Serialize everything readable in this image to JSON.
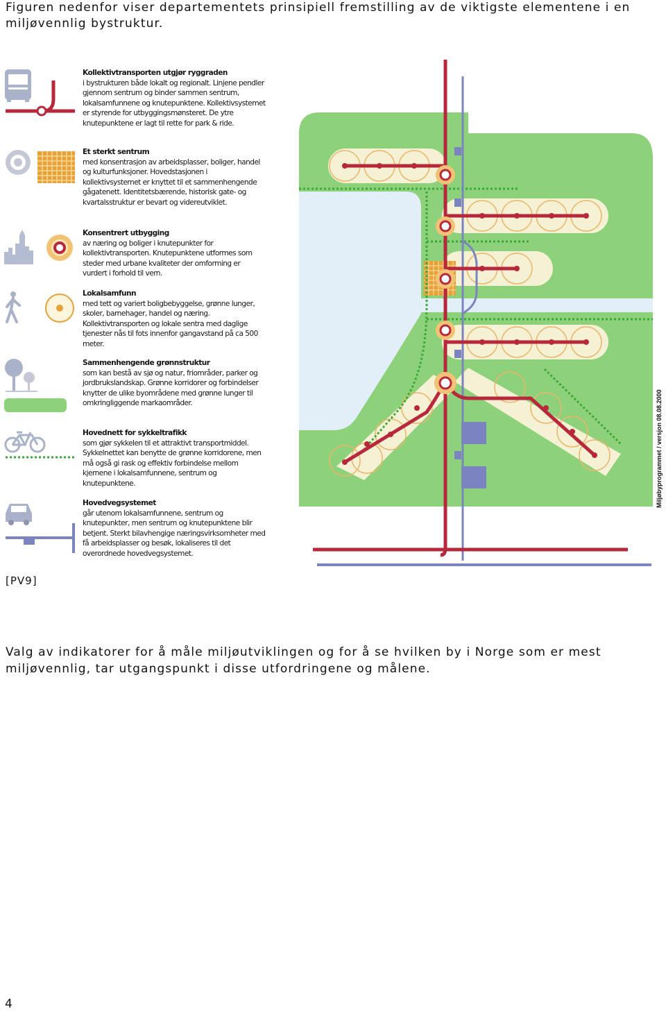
{
  "intro": "Figuren nedenfor viser departementets prinsipiell fremstilling av de viktigste elementene i en miljøvennlig bystruktur.",
  "legend": [
    {
      "title": "Kollektivtransporten utgjør ryggraden",
      "body": "i bystrukturen både lokalt og regionalt. Linjene pendler gjennom sentrum og binder sammen sentrum, lokalsamfunnene og knutepunktene. Kollektivsystemet er styrende for utbyggingsmønsteret. De ytre knutepunktene er lagt til rette for park & ride.",
      "icons": [
        "bus-icon",
        "rail-line-icon"
      ]
    },
    {
      "title": "Et sterkt sentrum",
      "body": "med konsentrasjon av arbeidsplasser, boliger, handel og kulturfunksjoner. Hovedstasjonen i kollektivsystemet er knyttet til et sammenhengende gågatenett. Identitetsbærende, historisk gate- og kvartalsstruktur er bevart og videreutviklet.",
      "icons": [
        "target-icon",
        "city-grid-icon"
      ]
    },
    {
      "title": "Konsentrert utbygging",
      "body": "av næring og boliger i knutepunkter for kollektivtransporten. Knutepunktene utformes som steder med urbane kvaliteter der omforming er vurdert i forhold til vern.",
      "icons": [
        "skyline-icon",
        "node-icon"
      ]
    },
    {
      "title": "Lokalsamfunn",
      "body": "med tett og variert boligbebyggelse, grønne lunger, skoler, barnehager, handel og næring. Kollektivtransporten og lokale sentra med daglige tjenester nås til fots innenfor gangavstand på ca 500 meter.",
      "icons": [
        "pedestrian-icon",
        "local-community-icon"
      ]
    },
    {
      "title": "Sammenhengende grønnstruktur",
      "body": "som kan bestå av sjø og natur, friområder, parker og jordbrukslandskap. Grønne korridorer og forbindelser knytter de ulike byområdene med grønne lunger til omkringliggende markaområder.",
      "icons": [
        "tree-icon",
        "green-area-icon"
      ]
    },
    {
      "title": "Hovednett for sykkeltrafikk",
      "body": "som gjør sykkelen til et attraktivt transportmiddel. Sykkelnettet kan benytte de grønne korridorene, men må også gi rask og effektiv forbindelse mellom kjernene i lokalsamfunnene, sentrum og knutepunktene.",
      "icons": [
        "bicycle-icon",
        "cycle-path-icon"
      ]
    },
    {
      "title": "Hovedvegsystemet",
      "body": "går utenom lokalsamfunnene, sentrum og knutepunkter, men sentrum og knutepunktene blir betjent. Sterkt bilavhengige næringsvirksomheter med få arbeidsplasser og besøk, lokaliseres til det overordnede hovedvegsystemet.",
      "icons": [
        "car-icon",
        "main-road-icon"
      ]
    }
  ],
  "map_credit": "Miljøbyprogrammet / versjon 08.08.2000",
  "marker": "[PV9]",
  "paragraph": "Valg av indikatorer for å måle miljøutviklingen og for å se hvilken by i Norge som er mest miljøvennlig, tar utgangspunkt i disse utfordringene og målene.",
  "page_number": "4",
  "colors": {
    "rail_red": "#b8283c",
    "green_area": "#8dd17a",
    "water_blue": "#dfeefa",
    "road_blue": "#7b84bf",
    "node_orange": "#e6a136",
    "node_fill": "#f5f1d6",
    "cycle_green": "#3aa837"
  }
}
